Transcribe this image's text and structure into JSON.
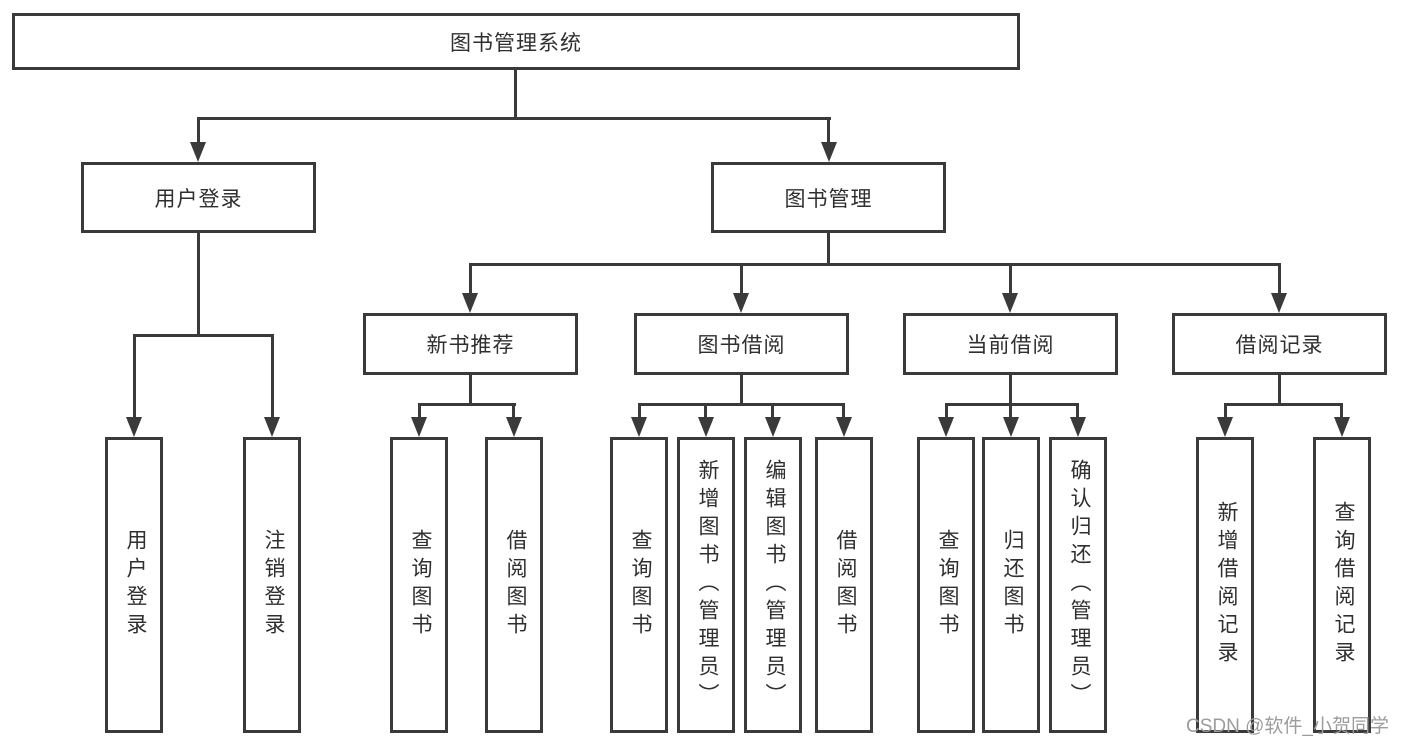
{
  "diagram": {
    "title": "图书管理系统",
    "watermark": "CSDN @软件_小贺同学",
    "colors": {
      "line": "#3a3a3a",
      "text": "#2f2f2f",
      "background": "#ffffff",
      "watermark": "#9c9c9c"
    },
    "nodes": {
      "root": "图书管理系统",
      "level2": [
        "用户登录",
        "图书管理"
      ],
      "level3": [
        "新书推荐",
        "图书借阅",
        "当前借阅",
        "借阅记录"
      ],
      "level4": [
        "用户登录",
        "注销登录",
        "查询图书",
        "借阅图书",
        "查询图书",
        "新增图书（管理员）",
        "编辑图书（管理员）",
        "借阅图书",
        "查询图书",
        "归还图书",
        "确认归还（管理员）",
        "新增借阅记录",
        "查询借阅记录"
      ]
    }
  }
}
